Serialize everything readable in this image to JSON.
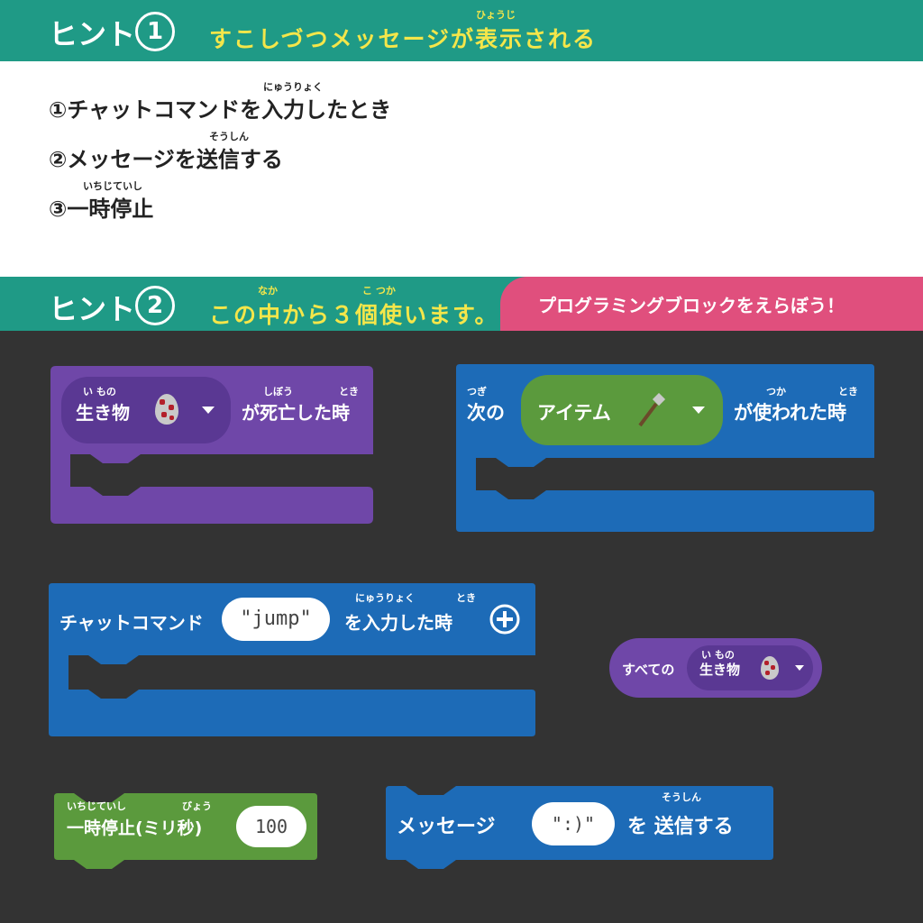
{
  "hint1": {
    "label": "ヒント",
    "number": "1",
    "description": "すこしづつメッセージが表示される",
    "ruby": "ひょうじ",
    "steps": [
      {
        "text": "①チャットコマンドを入力したとき",
        "ruby": "にゅうりょく"
      },
      {
        "text": "②メッセージを送信する",
        "ruby": "そうしん"
      },
      {
        "text": "③一時停止",
        "ruby": "いちじていし"
      }
    ]
  },
  "hint2": {
    "label": "ヒント",
    "number": "2",
    "description": "この中から３個使います。",
    "ruby_naka": "なか",
    "ruby_kotsuka": "こ つか",
    "badge": "プログラミングブロックをえらぼう！"
  },
  "blocks": {
    "mob_died": {
      "dropdown_label": "生き物",
      "dropdown_ruby": "い もの",
      "text": "が死亡した時",
      "ruby": "しぼう",
      "ruby2": "とき"
    },
    "item_used": {
      "prefix": "次の",
      "prefix_ruby": "つぎ",
      "dropdown_label": "アイテム",
      "text": "が使われた時",
      "ruby": "つか",
      "ruby2": "とき"
    },
    "chat_command": {
      "prefix": "チャットコマンド",
      "value": "\"jump\"",
      "suffix": "を入力した時",
      "ruby": "にゅうりょく",
      "ruby2": "とき"
    },
    "all_mobs": {
      "prefix": "すべての",
      "dropdown_label": "生き物",
      "dropdown_ruby": "い もの"
    },
    "pause": {
      "text": "一時停止(ミリ秒)",
      "ruby": "いちじていし",
      "ruby2": "びょう",
      "value": "100"
    },
    "send_message": {
      "prefix": "メッセージ",
      "value": "\":)\"",
      "suffix": "を 送信する",
      "ruby": "そうしん"
    }
  },
  "colors": {
    "teal": "#1f9a86",
    "yellow": "#f4e64a",
    "pink": "#e04f7d",
    "purple": "#6f47a8",
    "blue": "#1d6bb7",
    "green": "#5b9a3d",
    "background": "#333333"
  }
}
